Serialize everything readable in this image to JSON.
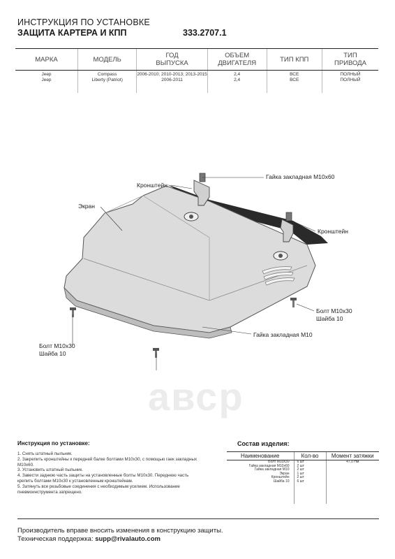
{
  "header": {
    "title_line1": "ИНСТРУКЦИЯ ПО УСТАНОВКЕ",
    "title_line2": "ЗАЩИТА КАРТЕРА И КПП",
    "product_code": "333.2707.1"
  },
  "spec_table": {
    "headers": [
      "МАРКА",
      "МОДЕЛЬ",
      "ГОД\nВЫПУСКА",
      "ОБЪЕМ\nДВИГАТЕЛЯ",
      "ТИП КПП",
      "ТИП\nПРИВОДА"
    ],
    "rows": [
      [
        "Jeep",
        "Compass",
        "2006-2010; 2010-2013; 2013-2015",
        "2,4",
        "ВСЕ",
        "ПОЛНЫЙ"
      ],
      [
        "Jeep",
        "Liberty (Patriot)",
        "2006-2011",
        "2,4",
        "ВСЕ",
        "ПОЛНЫЙ"
      ]
    ]
  },
  "diagram": {
    "labels": {
      "bracket_top": "Кронштейн",
      "nut_top": "Гайка закладная М10х60",
      "screen": "Экран",
      "bracket_right": "Кронштейн",
      "bolt_right_1": "Болт М10х30",
      "bolt_right_2": "Шайба 10",
      "nut_bottom": "Гайка закладная М10",
      "bolt_left_1": "Болт М10х30",
      "bolt_left_2": "Шайба 10"
    },
    "colors": {
      "plate": "#dcdcdc",
      "plate_edge": "#555555",
      "shadow": "#2a2a2a"
    }
  },
  "watermark": "aвср",
  "instructions": {
    "title": "Инструкция по установке:",
    "steps": [
      "1. Снять штатный пыльник.",
      "2. Закрепить кронштейны к передней балке болтами М10х30, с помощью гаек закладных",
      "М10х60.",
      "3. Установить штатный пыльник.",
      "4. Завести заднюю часть защиты на установленные болты М10х30. Переднюю часть",
      "крепить болтами М10х30 к установленным кронштейнам.",
      "5. Затянуть все резьбовые соединения с необходимым усилием. Использование",
      "пневмоинструмента запрещено."
    ]
  },
  "composition": {
    "title": "Состав изделия:",
    "headers": [
      "Наименование",
      "Кол-во",
      "Момент затяжки"
    ],
    "rows": [
      [
        "Болт М10х30",
        "6 шт",
        "47,0 Нм"
      ],
      [
        "Гайка закладная М10х60",
        "2 шт",
        ""
      ],
      [
        "Гайка закладная М10",
        "2 шт",
        ""
      ],
      [
        "Экран",
        "1 шт",
        ""
      ],
      [
        "Кронштейн",
        "2 шт",
        ""
      ],
      [
        "Шайба 10",
        "6 шт",
        ""
      ]
    ]
  },
  "footer": {
    "line1": "Производитель вправе вносить изменения в конструкцию защиты.",
    "support_label": "Техническая поддержка:",
    "support_email": "supp@rivalauto.com"
  }
}
